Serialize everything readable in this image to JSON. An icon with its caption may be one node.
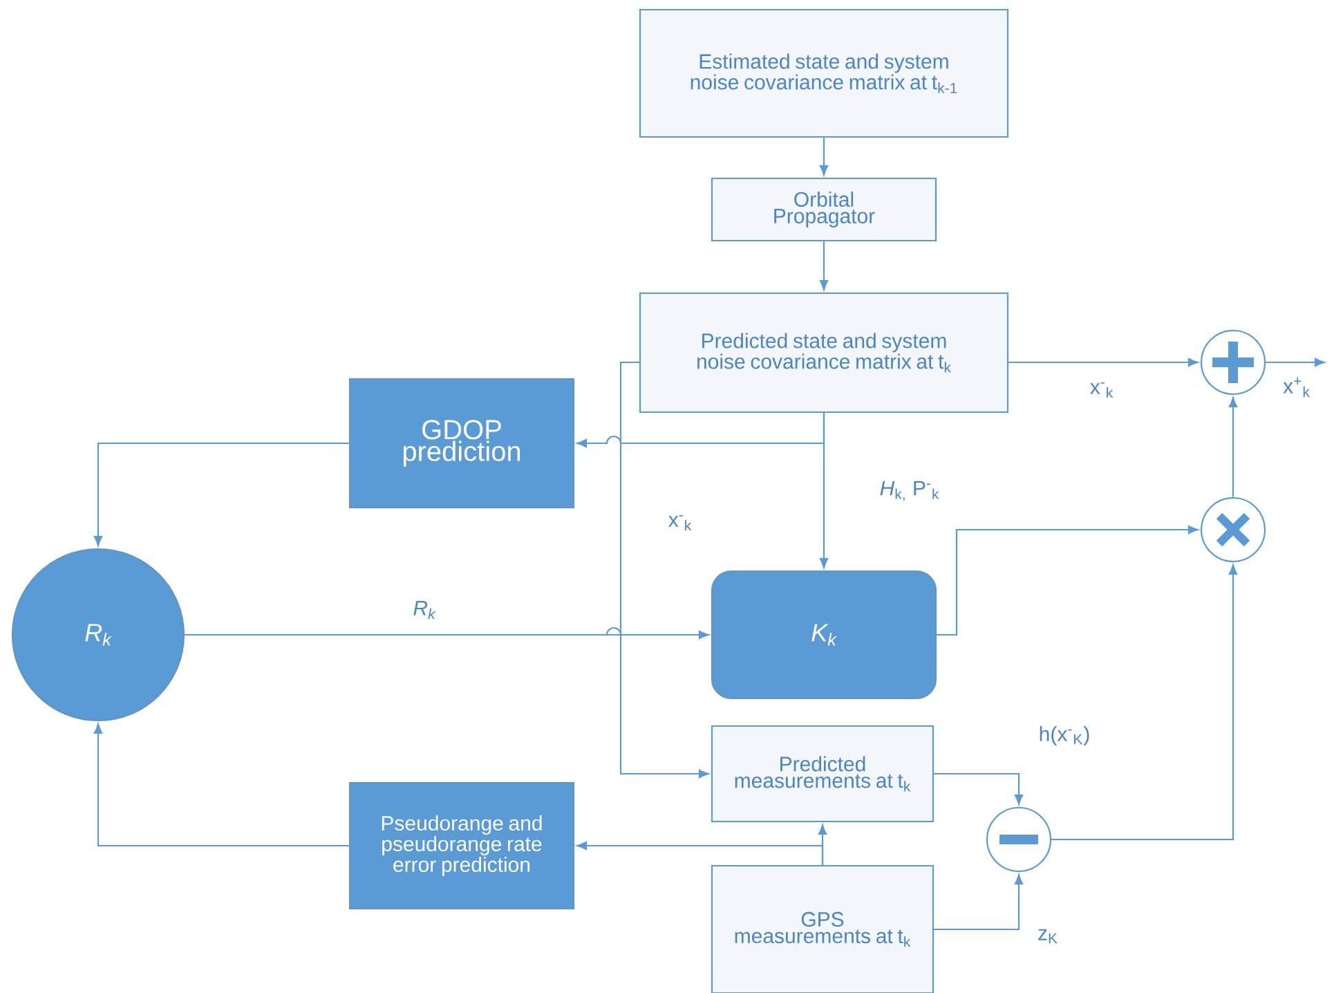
{
  "diagram": {
    "nodes": [
      {
        "text": [
          "Estimated state and system noise covariance matrix at t$_{k-1}$"
        ]
      },
      {
        "text": [
          "Orbital Propagator"
        ]
      },
      {
        "text": [
          "Predicted state and system noise covariance matrix at t$_{k}$"
        ]
      },
      {
        "text": [
          "GDOP prediction"
        ]
      },
      {
        "text": [
          "R$_{k}$"
        ]
      },
      {
        "text": [
          "K$_{k}$"
        ]
      },
      {
        "text": [
          "Predicted measurements at t$_{k}$"
        ]
      },
      {
        "text": [
          "Pseudorange and pseudorange rate error prediction"
        ]
      },
      {
        "text": [
          "GPS measurements at t$_{k}$"
        ]
      },
      {
        "text": [],
        "shape": "circle"
      },
      {
        "text": [],
        "shape": "circle"
      },
      {
        "text": [],
        "shape": "circle"
      }
    ],
    "edges": [
      {
        "from": 0,
        "to": 1,
        "arrow": "to"
      },
      {
        "from": 1,
        "to": 2,
        "arrow": "to"
      },
      {
        "from": 2,
        "to": 9,
        "arrow": "to",
        "label": "x$^{-}$$_{k}$"
      },
      {
        "from": 2,
        "to": 3,
        "arrow": "to"
      },
      {
        "from": 2,
        "to": 5,
        "arrow": "to",
        "label": "*H*$_{k,}$ P$^{-}$$_{k}$"
      },
      {
        "from": 2,
        "to": 6,
        "arrow": "to",
        "label": "x$^{-}$$_{k}$"
      },
      {
        "from": 3,
        "to": 4,
        "arrow": "to"
      },
      {
        "from": 4,
        "to": 5,
        "arrow": "to",
        "label": "R$_{k}$"
      },
      {
        "from": 8,
        "to": 6,
        "arrow": "to"
      },
      {
        "from": 8,
        "to": 7,
        "arrow": "to"
      },
      {
        "from": 7,
        "to": 4,
        "arrow": "to"
      },
      {
        "from": 5,
        "to": 10,
        "arrow": "to"
      },
      {
        "from": 6,
        "to": 11,
        "arrow": "to",
        "label": "h(x$^{-}$$_{K}$)"
      },
      {
        "from": 8,
        "to": 11,
        "arrow": "to",
        "label": "z$_{K}$"
      },
      {
        "from": 11,
        "to": 10,
        "arrow": "to"
      },
      {
        "from": 10,
        "to": 9,
        "arrow": "to"
      },
      {
        "from": 9,
        "to": null,
        "arrow": "to",
        "label": "x$^{+}$$_{k}$"
      }
    ]
  }
}
